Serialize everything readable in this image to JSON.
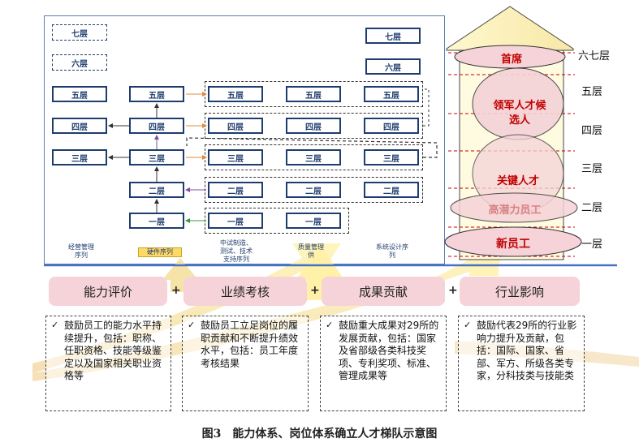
{
  "left_panel": {
    "levels_left": [
      "七层",
      "六层",
      "五层",
      "四层",
      "三层"
    ],
    "levels_mid": [
      "五层",
      "四层",
      "三层",
      "二层",
      "一层"
    ],
    "levels_right_top": [
      "七层",
      "六层"
    ],
    "grid_row_five": [
      "五层",
      "五层",
      "五层"
    ],
    "grid_row_four": [
      "四层",
      "四层",
      "四层"
    ],
    "grid_row_three": [
      "三层",
      "三层",
      "三层"
    ],
    "grid_row_two": [
      "二层",
      "二层",
      "二层"
    ],
    "grid_row_one": [
      "一层",
      "一层"
    ],
    "sequences": [
      "经营管理\n序列",
      "硬件序列",
      "中试制造、\n测试、技术\n支持序列",
      "质量管理\n供",
      "系统设计序\n列"
    ]
  },
  "right_panel": {
    "level_labels": [
      "六七层",
      "五层",
      "四层",
      "三层",
      "二层",
      "一层"
    ],
    "talent_labels": [
      "首席",
      "领军人才候\n选人",
      "关键人才",
      "高潜力员工",
      "新员工"
    ]
  },
  "evaluation": {
    "items": [
      "能力评价",
      "业绩考核",
      "成果贡献",
      "行业影响"
    ],
    "plus": [
      "+",
      "+",
      "+"
    ],
    "checkmark": "✓",
    "descriptions": [
      "鼓励员工的能力水平持续提升，包括：职称、任职资格、技能等级鉴定以及国家相关职业资格等",
      "鼓励员工立足岗位的履职贡献和不断提升绩效水平，包括：员工年度考核结果",
      "鼓励重大成果对29所的发展贡献，包括：国家及省部级各类科技奖项、专利奖项、标准、管理成果等",
      "鼓励代表29所的行业影响力提升及贡献，包括：国际、国家、省部、军方、所级各类专家，分科技类与技能类"
    ]
  },
  "caption": "图3　能力体系、岗位体系确立人才梯队示意图",
  "colors": {
    "navy": "#1f3c6e",
    "pink": "#f5d3d8",
    "tan": "#f5deb3",
    "yellow": "#fffac8",
    "red": "#c00000",
    "blue_line": "#4472c4"
  }
}
